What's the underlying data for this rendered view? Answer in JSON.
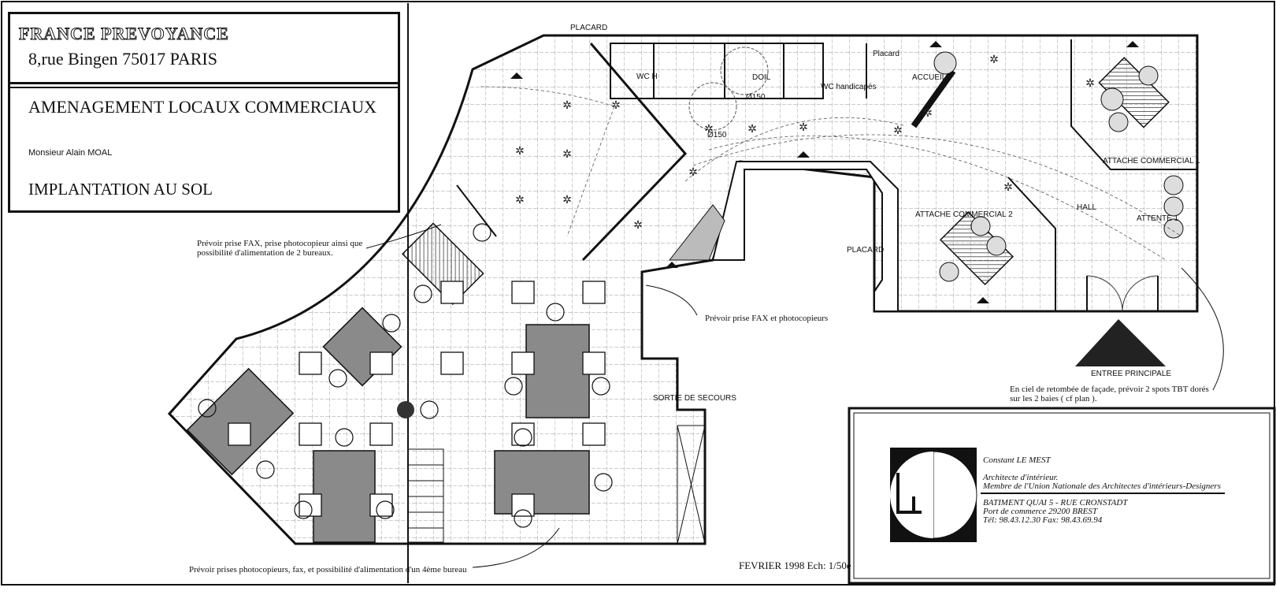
{
  "title_block": {
    "company": "FRANCE PREVOYANCE",
    "address": "8,rue Bingen 75017 PARIS",
    "project": "AMENAGEMENT LOCAUX COMMERCIAUX",
    "client": "Monsieur Alain MOAL",
    "drawing": "IMPLANTATION AU SOL"
  },
  "rooms": {
    "placard_top": "PLACARD",
    "wc_h": "WC H",
    "doil": "DOIL",
    "diam1": "Ø150",
    "diam2": "Ø150",
    "wc_handicapes": "WC handicapés",
    "placard_small": "Placard",
    "accueil": "ACCUEIL",
    "attache1": "ATTACHE COMMERCIAL 1",
    "attache2": "ATTACHE COMMERCIAL 2",
    "hall": "HALL",
    "attente": "ATTENTE 1",
    "placard_mid": "PLACARD",
    "sortie": "SORTIE DE SECOURS",
    "entree": "ENTREE PRINCIPALE"
  },
  "notes": {
    "fax_bureaux_1": "Prévoir prise FAX, prise photocopieur ainsi que",
    "fax_bureaux_2": "possibilité d'alimentation de 2 bureaux.",
    "fax_photo": "Prévoir prise FAX et photocopieurs",
    "facade_1": "En ciel de retombée de façade, prévoir 2 spots TBT dorés",
    "facade_2": "sur les 2 baies ( cf plan ).",
    "bottom": "Prévoir prises photocopieurs, fax, et possibilité d'alimentation d'un 4ème bureau",
    "date_scale": "FEVRIER 1998  Ech: 1/50e"
  },
  "architect": {
    "name": "Constant LE MEST",
    "title": "Architecte d'intérieur.",
    "member": "Membre de l'Union Nationale des Architectes d'intérieurs-Designers",
    "address": "BATIMENT QUAI 5 - RUE CRONSTADT",
    "city": "Port de commerce 29200 BREST",
    "phone": "Tél: 98.43.12.30   Fax: 98.43.69.94"
  }
}
